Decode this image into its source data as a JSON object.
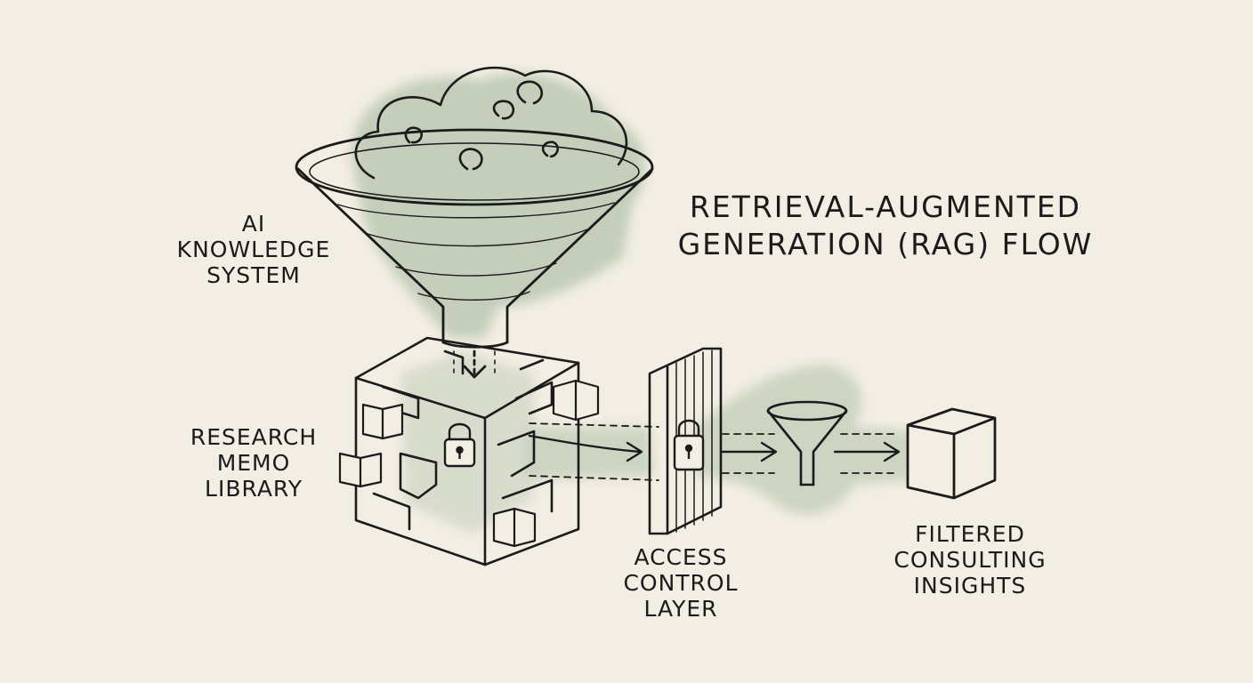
{
  "title": {
    "line1": "RETRIEVAL-AUGMENTED",
    "line2": "GENERATION (RAG) FLOW"
  },
  "labels": {
    "ai_knowledge_system": [
      "AI",
      "KNOWLEDGE",
      "SYSTEM"
    ],
    "research_memo_library": [
      "RESEARCH",
      "MEMO",
      "LIBRARY"
    ],
    "access_control_layer": [
      "ACCESS",
      "CONTROL",
      "LAYER"
    ],
    "filtered_consulting_insights": [
      "FILTERED",
      "CONSULTING",
      "INSIGHTS"
    ]
  },
  "colors": {
    "background": "#f3eee3",
    "ink": "#1b1b1b",
    "wash_green": "#9db59a"
  },
  "icons": [
    "cloud-icon",
    "funnel-icon",
    "cube-icon",
    "book-icon",
    "lock-icon",
    "gate-icon",
    "small-funnel-icon",
    "output-cube-icon",
    "arrow-icon"
  ]
}
